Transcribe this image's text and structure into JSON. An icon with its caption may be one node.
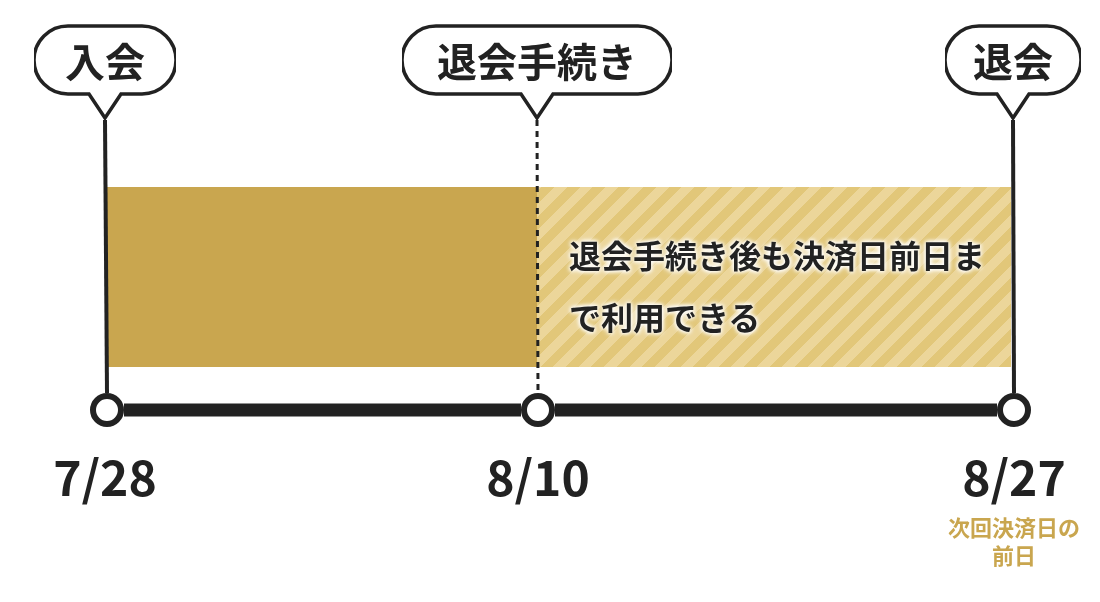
{
  "diagram": {
    "nodes": [
      {
        "text": [
          "入会"
        ]
      },
      {
        "text": [
          "退会手続き"
        ]
      },
      {
        "text": [
          "退会"
        ]
      },
      {
        "text": [],
        "shape": "bar"
      },
      {
        "text": [
          "退会手続き後も決済日前日まで利用できる"
        ]
      },
      {
        "text": [],
        "shape": "circle",
        "beside": [
          "7/28"
        ]
      },
      {
        "text": [],
        "shape": "circle",
        "beside": [
          "8/10"
        ]
      },
      {
        "text": [],
        "shape": "circle",
        "beside": [
          "8/27",
          "次回決済日の前日"
        ]
      }
    ],
    "edges": [
      {
        "from": 0,
        "to": 5,
        "arrow": "none"
      },
      {
        "from": 1,
        "to": 6,
        "arrow": "none",
        "style": "dashed"
      },
      {
        "from": 2,
        "to": 7,
        "arrow": "none"
      },
      {
        "from": 5,
        "to": 6,
        "arrow": "none",
        "style": "thick"
      },
      {
        "from": 6,
        "to": 7,
        "arrow": "none",
        "style": "thick"
      }
    ]
  }
}
